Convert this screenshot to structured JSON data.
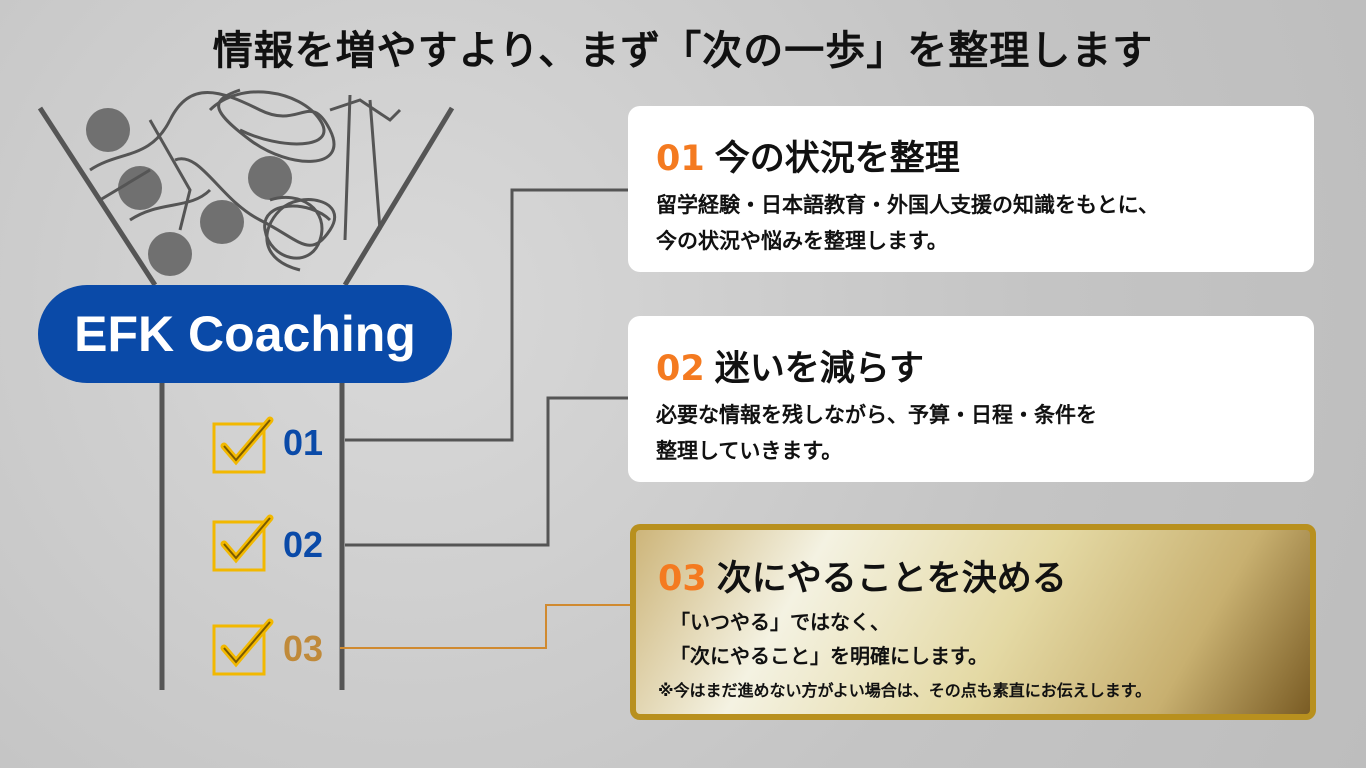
{
  "title": "情報を増やすより、まず「次の一歩」を整理します",
  "brand": "EFK Coaching",
  "steps": [
    {
      "num": "01",
      "heading": "今の状況を整理",
      "lines": [
        "留学経験・日本語教育・外国人支援の知識をもとに、",
        "今の状況や悩みを整理します。"
      ]
    },
    {
      "num": "02",
      "heading": "迷いを減らす",
      "lines": [
        "必要な情報を残しながら、予算・日程・条件を",
        "整理していきます。"
      ]
    },
    {
      "num": "03",
      "heading": "次にやることを決める",
      "lines": [
        "「いつやる」ではなく、",
        "「次にやること」を明確にします。"
      ],
      "note": "※今はまだ進めない方がよい場合は、その点も素直にお伝えします。"
    }
  ],
  "colors": {
    "brand": "#0a4aa8",
    "accent": "#f47a20",
    "gold": "#b8901e"
  }
}
